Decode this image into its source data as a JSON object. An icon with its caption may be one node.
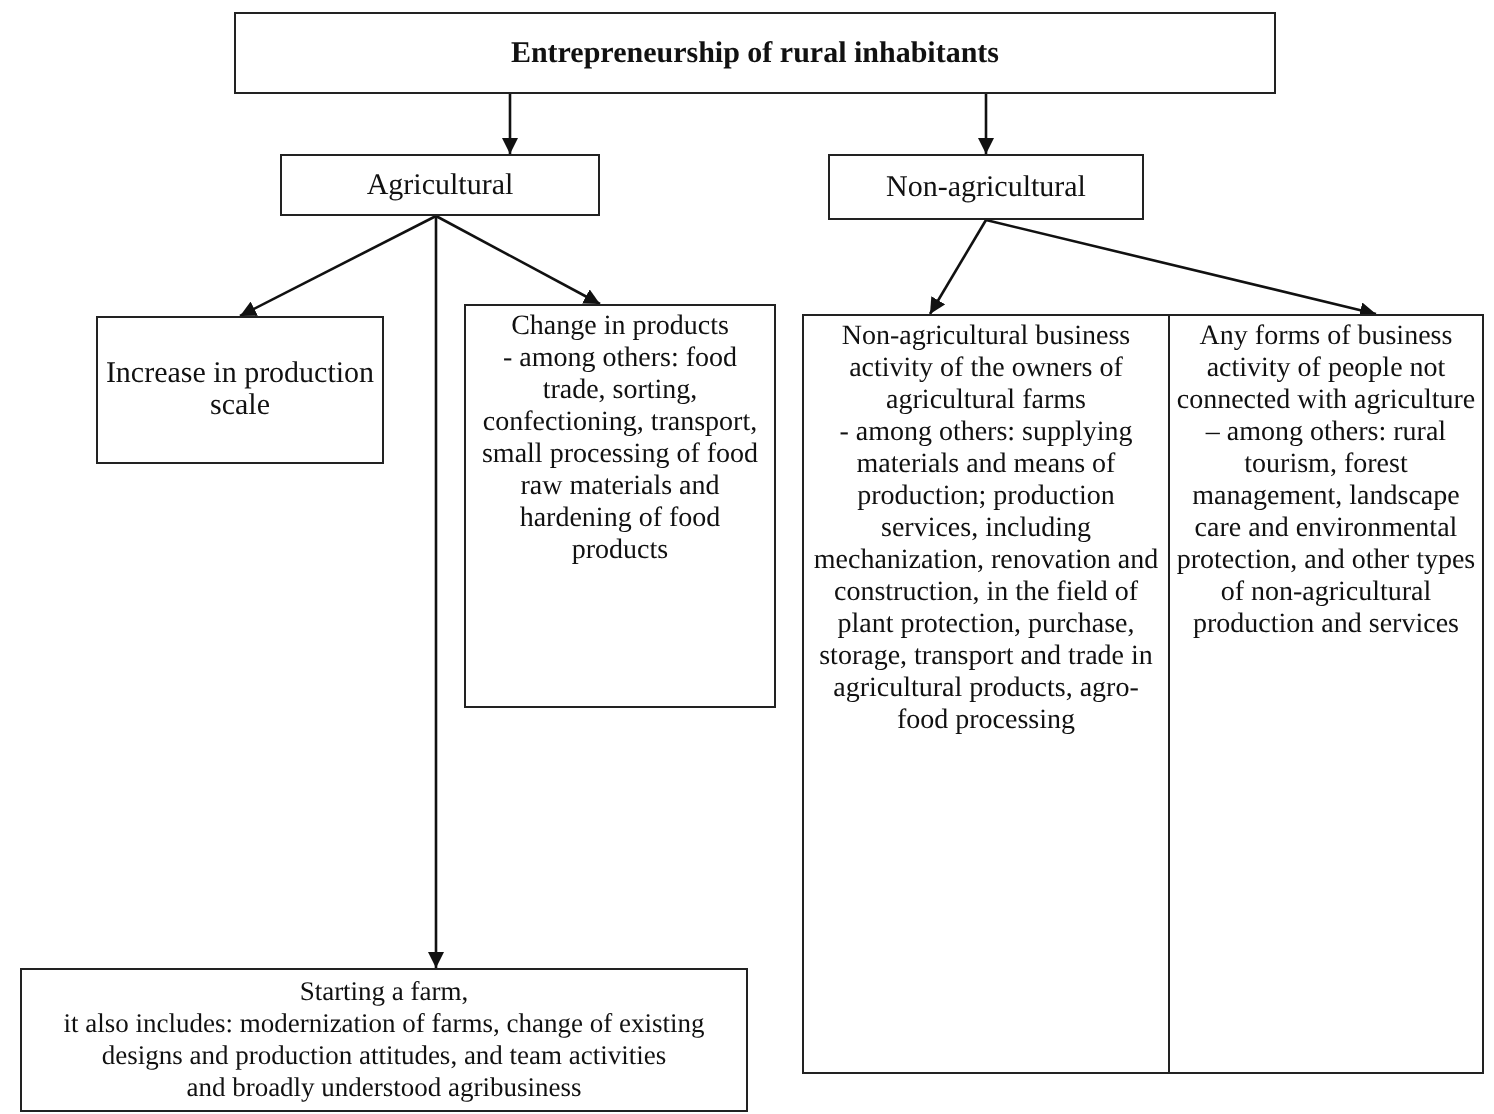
{
  "diagram": {
    "nodes": [
      {
        "text": [
          "Entrepreneurship of rural inhabitants"
        ]
      },
      {
        "text": [
          "Agricultural"
        ]
      },
      {
        "text": [
          "Non-agricultural"
        ]
      },
      {
        "text": [
          "Increase in production scale"
        ]
      },
      {
        "text": [
          "Change in products",
          "- among others: food trade, sorting, confectioning, transport, small processing of food raw materials and hardening of food products"
        ]
      },
      {
        "text": [
          "Non-agricultural business activity of the owners of agricultural farms",
          "- among others: supplying materials and means of production; production services, including mechanization, renovation and construction, in the field of plant protection, purchase, storage, transport and trade in agricultural products, agro-food processing"
        ]
      },
      {
        "text": [
          "Any forms of business activity of people not connected with agriculture",
          "– among others: rural tourism, forest management, landscape care and environmental protection, and other types of non-agricultural production and services"
        ]
      },
      {
        "text": [
          "Starting a farm,",
          "it also includes: modernization of farms, change of existing designs and production attitudes, and team activities",
          "and broadly understood agribusiness"
        ]
      }
    ],
    "edges": [
      {
        "from": 0,
        "to": 1,
        "arrow": "to"
      },
      {
        "from": 0,
        "to": 2,
        "arrow": "to"
      },
      {
        "from": 1,
        "to": 3,
        "arrow": "to"
      },
      {
        "from": 1,
        "to": 4,
        "arrow": "to"
      },
      {
        "from": 1,
        "to": 7,
        "arrow": "to"
      },
      {
        "from": 2,
        "to": 5,
        "arrow": "to"
      },
      {
        "from": 2,
        "to": 6,
        "arrow": "to"
      }
    ]
  }
}
